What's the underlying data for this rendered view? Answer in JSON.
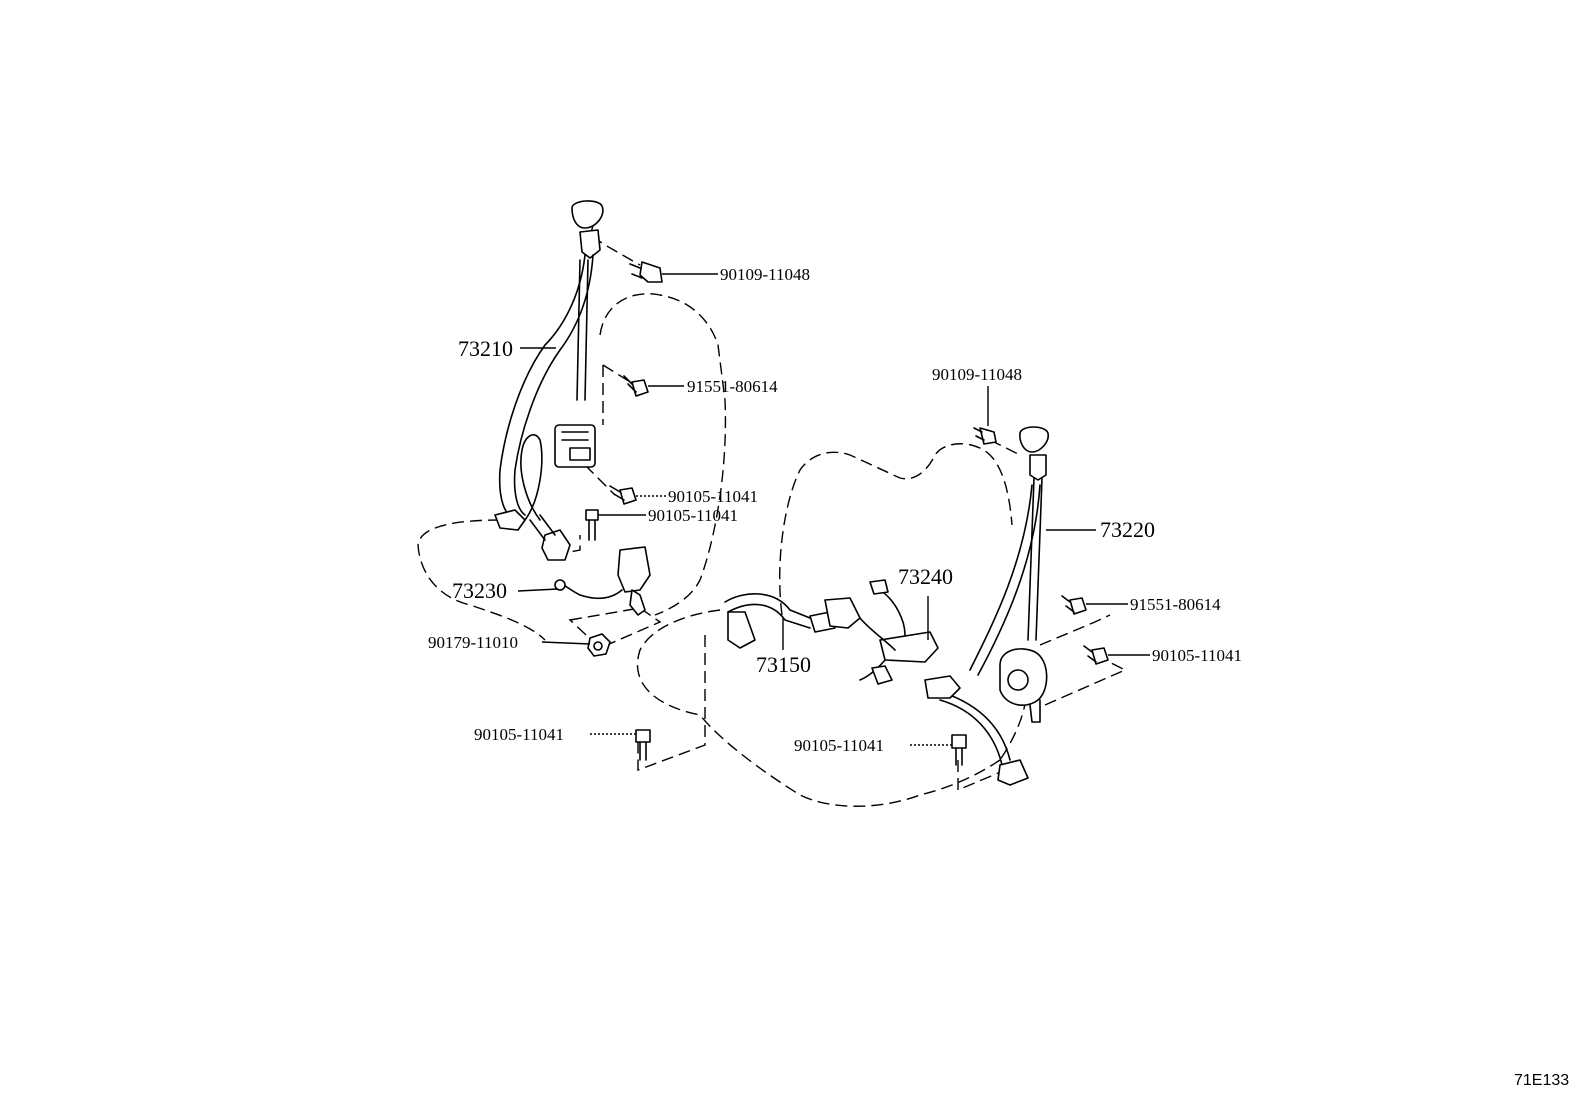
{
  "diagram_code": "71E133",
  "parts": {
    "p73210": "73210",
    "p73220": "73220",
    "p73230": "73230",
    "p73240": "73240",
    "p73150": "73150"
  },
  "fasteners": {
    "f_90109_left": "90109-11048",
    "f_91551_left": "91551-80614",
    "f_90105_left_a": "90105-11041",
    "f_90105_left_b": "90105-11041",
    "f_90179": "90179-11010",
    "f_90105_floor_left": "90105-11041",
    "f_90109_right": "90109-11048",
    "f_91551_right": "91551-80614",
    "f_90105_right": "90105-11041",
    "f_90105_floor_right": "90105-11041"
  }
}
